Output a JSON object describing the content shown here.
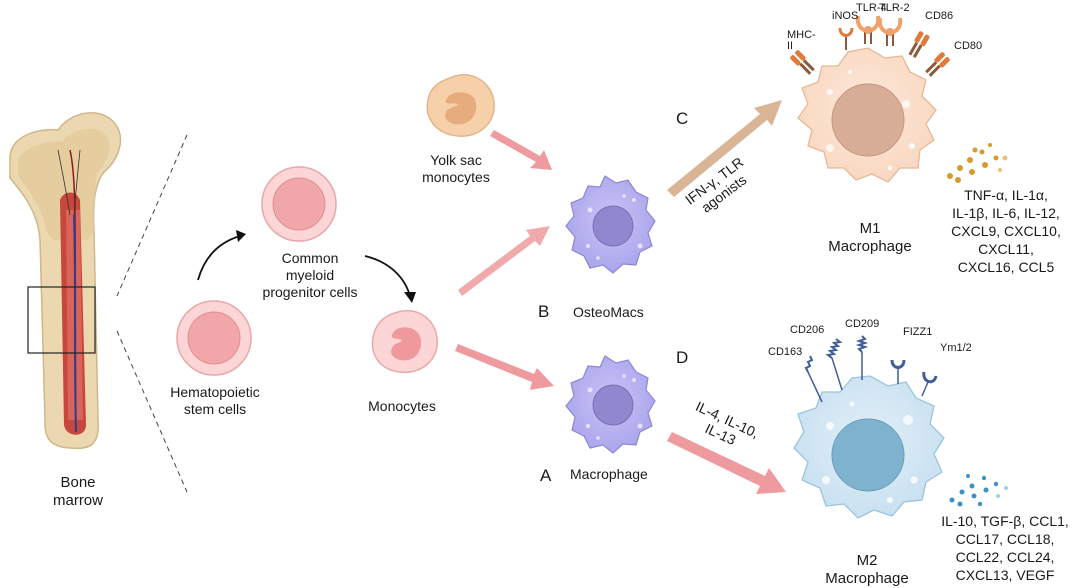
{
  "labels": {
    "bone_marrow": "Bone\nmarrow",
    "hsc": "Hematopoietic\nstem cells",
    "cmp": "Common\nmyeloid\nprogenitor cells",
    "monocytes": "Monocytes",
    "yolk_sac": "Yolk sac\nmonocytes",
    "osteomacs": "OsteoMacs",
    "macrophage": "Macrophage",
    "letter_a": "A",
    "letter_b": "B",
    "letter_c": "C",
    "letter_d": "D",
    "m1_title": "M1\nMacrophage",
    "m2_title": "M2\nMacrophage",
    "stim_m1": "IFN-γ, TLR\nagonists",
    "stim_m2": "IL-4, IL-10,\nIL-13"
  },
  "m1_receptors": [
    "MHC-\nII",
    "iNOS",
    "TLR-4",
    "TLR-2",
    "CD86",
    "CD80"
  ],
  "m2_receptors": [
    "CD163",
    "CD206",
    "CD209",
    "FIZZ1",
    "Ym1/2"
  ],
  "m1_cytokines": "TNF-α, IL-1α,\nIL-1β, IL-6, IL-12,\nCXCL9, CXCL10,\nCXCL11,\nCXCL16, CCL5",
  "m2_cytokines": "IL-10, TGF-β, CCL1,\nCCL17, CCL18,\nCCL22, CCL24,\nCXCL13, VEGF",
  "colors": {
    "arrow_pink": "#ef9a9e",
    "arrow_tan": "#d9b596",
    "macrophage_purple": "#b3aef0",
    "m1_peach": "#fbe0cc",
    "m2_blue": "#d3e7f3",
    "bone": "#ecd8b0",
    "marrow_red": "#c8473d"
  }
}
